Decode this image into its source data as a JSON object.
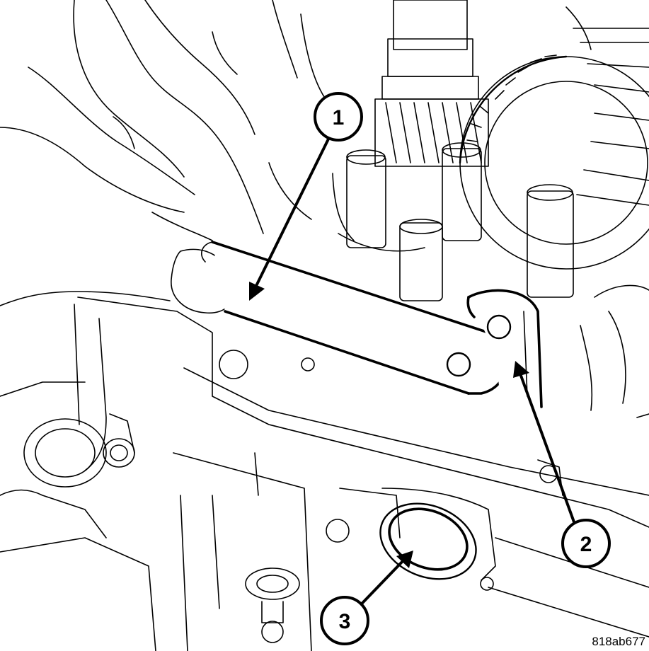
{
  "callouts": [
    {
      "id": "callout-1",
      "label": "1"
    },
    {
      "id": "callout-2",
      "label": "2"
    },
    {
      "id": "callout-3",
      "label": "3"
    }
  ],
  "figure_id": "818ab677"
}
